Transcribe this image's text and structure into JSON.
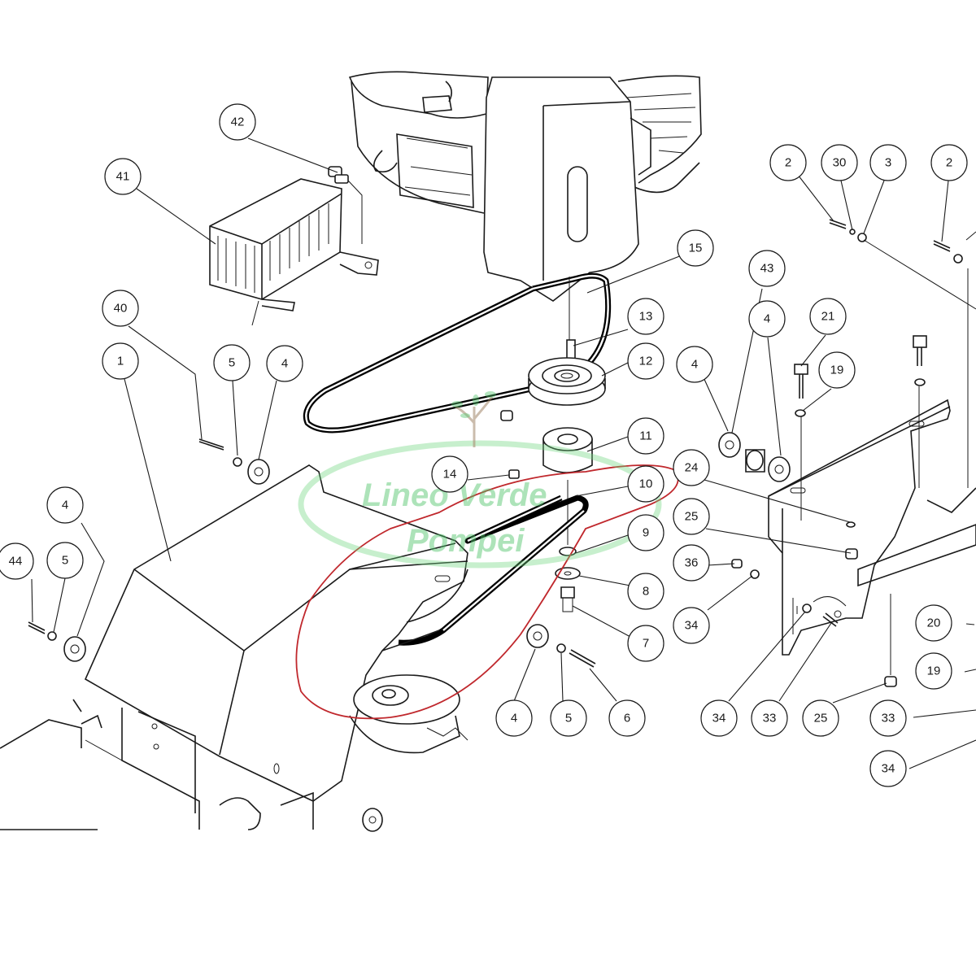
{
  "callouts": [
    {
      "id": "c42",
      "label": "42"
    },
    {
      "id": "c41",
      "label": "41"
    },
    {
      "id": "c15",
      "label": "15"
    },
    {
      "id": "c40",
      "label": "40"
    },
    {
      "id": "c1",
      "label": "1"
    },
    {
      "id": "c5a",
      "label": "5"
    },
    {
      "id": "c4a",
      "label": "4"
    },
    {
      "id": "c13",
      "label": "13"
    },
    {
      "id": "c12",
      "label": "12"
    },
    {
      "id": "c11",
      "label": "11"
    },
    {
      "id": "c14",
      "label": "14"
    },
    {
      "id": "c10",
      "label": "10"
    },
    {
      "id": "c9",
      "label": "9"
    },
    {
      "id": "c8",
      "label": "8"
    },
    {
      "id": "c7",
      "label": "7"
    },
    {
      "id": "c4b",
      "label": "4"
    },
    {
      "id": "c44",
      "label": "44"
    },
    {
      "id": "c5b",
      "label": "5"
    },
    {
      "id": "c4c",
      "label": "4"
    },
    {
      "id": "c5c",
      "label": "5"
    },
    {
      "id": "c6",
      "label": "6"
    },
    {
      "id": "c2a",
      "label": "2"
    },
    {
      "id": "c30",
      "label": "30"
    },
    {
      "id": "c3",
      "label": "3"
    },
    {
      "id": "c2b",
      "label": "2"
    },
    {
      "id": "c43",
      "label": "43"
    },
    {
      "id": "c4d",
      "label": "4"
    },
    {
      "id": "c21",
      "label": "21"
    },
    {
      "id": "c19a",
      "label": "19"
    },
    {
      "id": "c4e",
      "label": "4"
    },
    {
      "id": "c24",
      "label": "24"
    },
    {
      "id": "c25a",
      "label": "25"
    },
    {
      "id": "c36",
      "label": "36"
    },
    {
      "id": "c34a",
      "label": "34"
    },
    {
      "id": "c20",
      "label": "20"
    },
    {
      "id": "c19b",
      "label": "19"
    },
    {
      "id": "c34b",
      "label": "34"
    },
    {
      "id": "c33a",
      "label": "33"
    },
    {
      "id": "c25b",
      "label": "25"
    },
    {
      "id": "c33b",
      "label": "33"
    },
    {
      "id": "c34c",
      "label": "34"
    }
  ],
  "watermark": {
    "line1": "Lineo Verde",
    "line2": "Pompei",
    "color": "#4fc46a"
  },
  "highlight_color": "#c0282d"
}
